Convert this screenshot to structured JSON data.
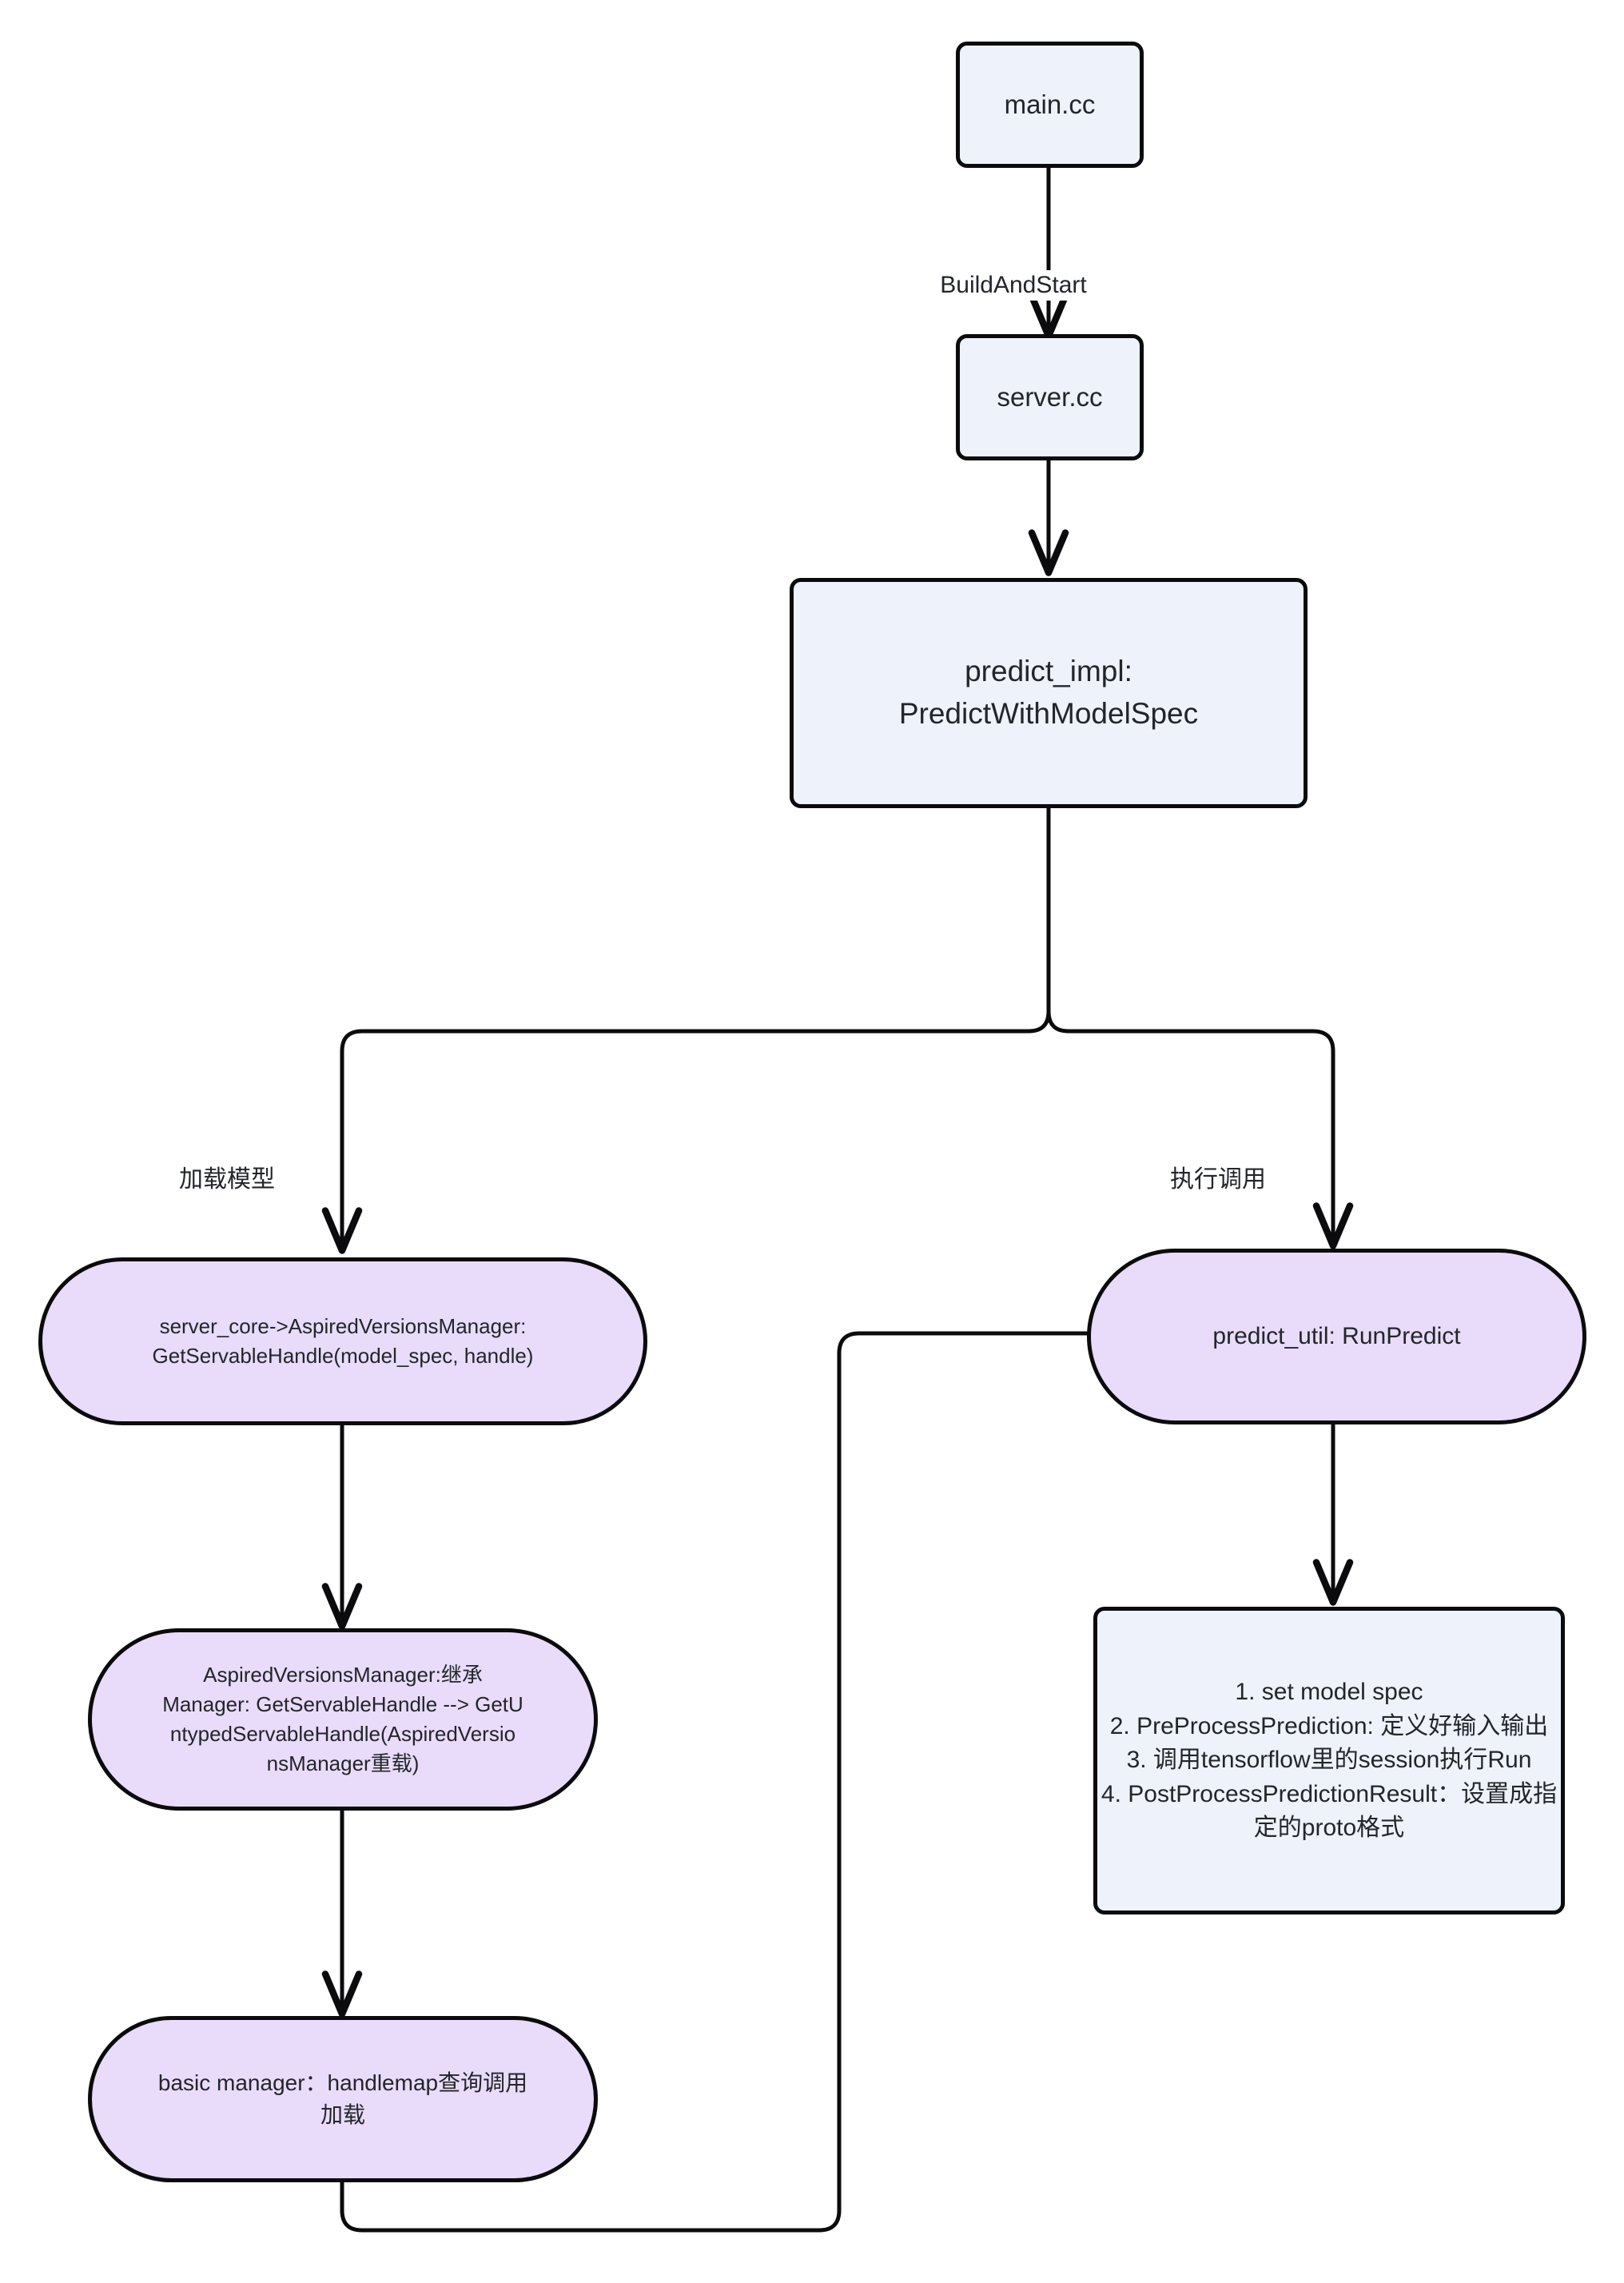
{
  "diagram": {
    "title": "TensorFlow Serving predict flow",
    "colors": {
      "rect_fill": "#edf2fb",
      "stadium_fill": "#e8dcfa",
      "stroke": "#0b0b0d",
      "text": "#23252b",
      "background": "#ffffff"
    },
    "nodes": {
      "main_cc": {
        "label": "main.cc",
        "shape": "rect"
      },
      "server_cc": {
        "label": "server.cc",
        "shape": "rect"
      },
      "predict_impl": {
        "label": "predict_impl:\nPredictWithModelSpec",
        "shape": "rect"
      },
      "get_servable_handle": {
        "label": "server_core->AspiredVersionsManager:\nGetServableHandle(model_spec, handle)",
        "shape": "stadium"
      },
      "aspired_versions_manager": {
        "label": "AspiredVersionsManager:继承\nManager: GetServableHandle --> GetU\nntypedServableHandle(AspiredVersio\nnsManager重载)",
        "shape": "stadium"
      },
      "basic_manager": {
        "label": "basic manager：handlemap查询调用\n加载",
        "shape": "stadium"
      },
      "run_predict": {
        "label": "predict_util: RunPredict",
        "shape": "stadium"
      },
      "predict_steps": {
        "label": "1. set model spec\n2. PreProcessPrediction: 定义好输入输出\n3. 调用tensorflow里的session执行Run\n4. PostProcessPredictionResult：设置成指\n定的proto格式",
        "shape": "rect",
        "steps": [
          "1. set model spec",
          "2. PreProcessPrediction: 定义好输入输出",
          "3. 调用tensorflow里的session执行Run",
          "4. PostProcessPredictionResult：设置成指定的proto格式"
        ]
      }
    },
    "edge_labels": {
      "build_and_start": "BuildAndStart",
      "load_model": "加载模型",
      "execute_call": "执行调用"
    },
    "edges": [
      {
        "from": "main.cc",
        "to": "server.cc",
        "label": "BuildAndStart"
      },
      {
        "from": "server.cc",
        "to": "predict_impl: PredictWithModelSpec",
        "label": ""
      },
      {
        "from": "predict_impl: PredictWithModelSpec",
        "to": "server_core->AspiredVersionsManager: GetServableHandle(model_spec, handle)",
        "label": "加载模型"
      },
      {
        "from": "predict_impl: PredictWithModelSpec",
        "to": "predict_util: RunPredict",
        "label": "执行调用"
      },
      {
        "from": "server_core->AspiredVersionsManager: GetServableHandle(model_spec, handle)",
        "to": "AspiredVersionsManager:继承 Manager: GetServableHandle --> GetUntypedServableHandle(AspiredVersionsManager重载)",
        "label": ""
      },
      {
        "from": "AspiredVersionsManager:继承 Manager: GetServableHandle --> GetUntypedServableHandle(AspiredVersionsManager重载)",
        "to": "basic manager：handlemap查询调用加载",
        "label": ""
      },
      {
        "from": "basic manager：handlemap查询调用加载",
        "to": "predict_util: RunPredict",
        "label": ""
      },
      {
        "from": "predict_util: RunPredict",
        "to": "1. set model spec / 2. PreProcessPrediction / 3. session Run / 4. PostProcessPredictionResult",
        "label": ""
      }
    ]
  }
}
